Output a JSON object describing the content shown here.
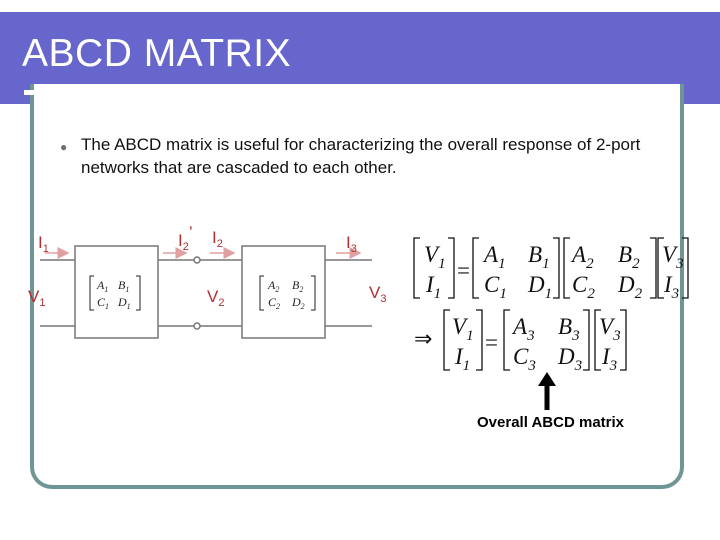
{
  "slide": {
    "title": "ABCD MATRIX",
    "bullet": "The ABCD matrix is useful for characterizing the overall response of 2-port networks that are cascaded to each other.",
    "callout": "Overall ABCD matrix"
  },
  "circuit": {
    "I1": "I",
    "I1_sub": "1",
    "V1": "V",
    "V1_sub": "1",
    "I2p": "I",
    "I2p_sub": "2",
    "I2p_prime": "’",
    "I2": "I",
    "I2_sub": "2",
    "V2": "V",
    "V2_sub": "2",
    "I3": "I",
    "I3_sub": "3",
    "V3": "V",
    "V3_sub": "3"
  },
  "equations": {
    "V": "V",
    "I": "I",
    "A": "A",
    "B": "B",
    "C": "C",
    "D": "D",
    "s1": "1",
    "s2": "2",
    "s3": "3",
    "eq": "=",
    "implies": "⇒"
  },
  "colors": {
    "header": "#6666cc",
    "frame": "#6f9595",
    "circuit_label": "#b03030"
  }
}
